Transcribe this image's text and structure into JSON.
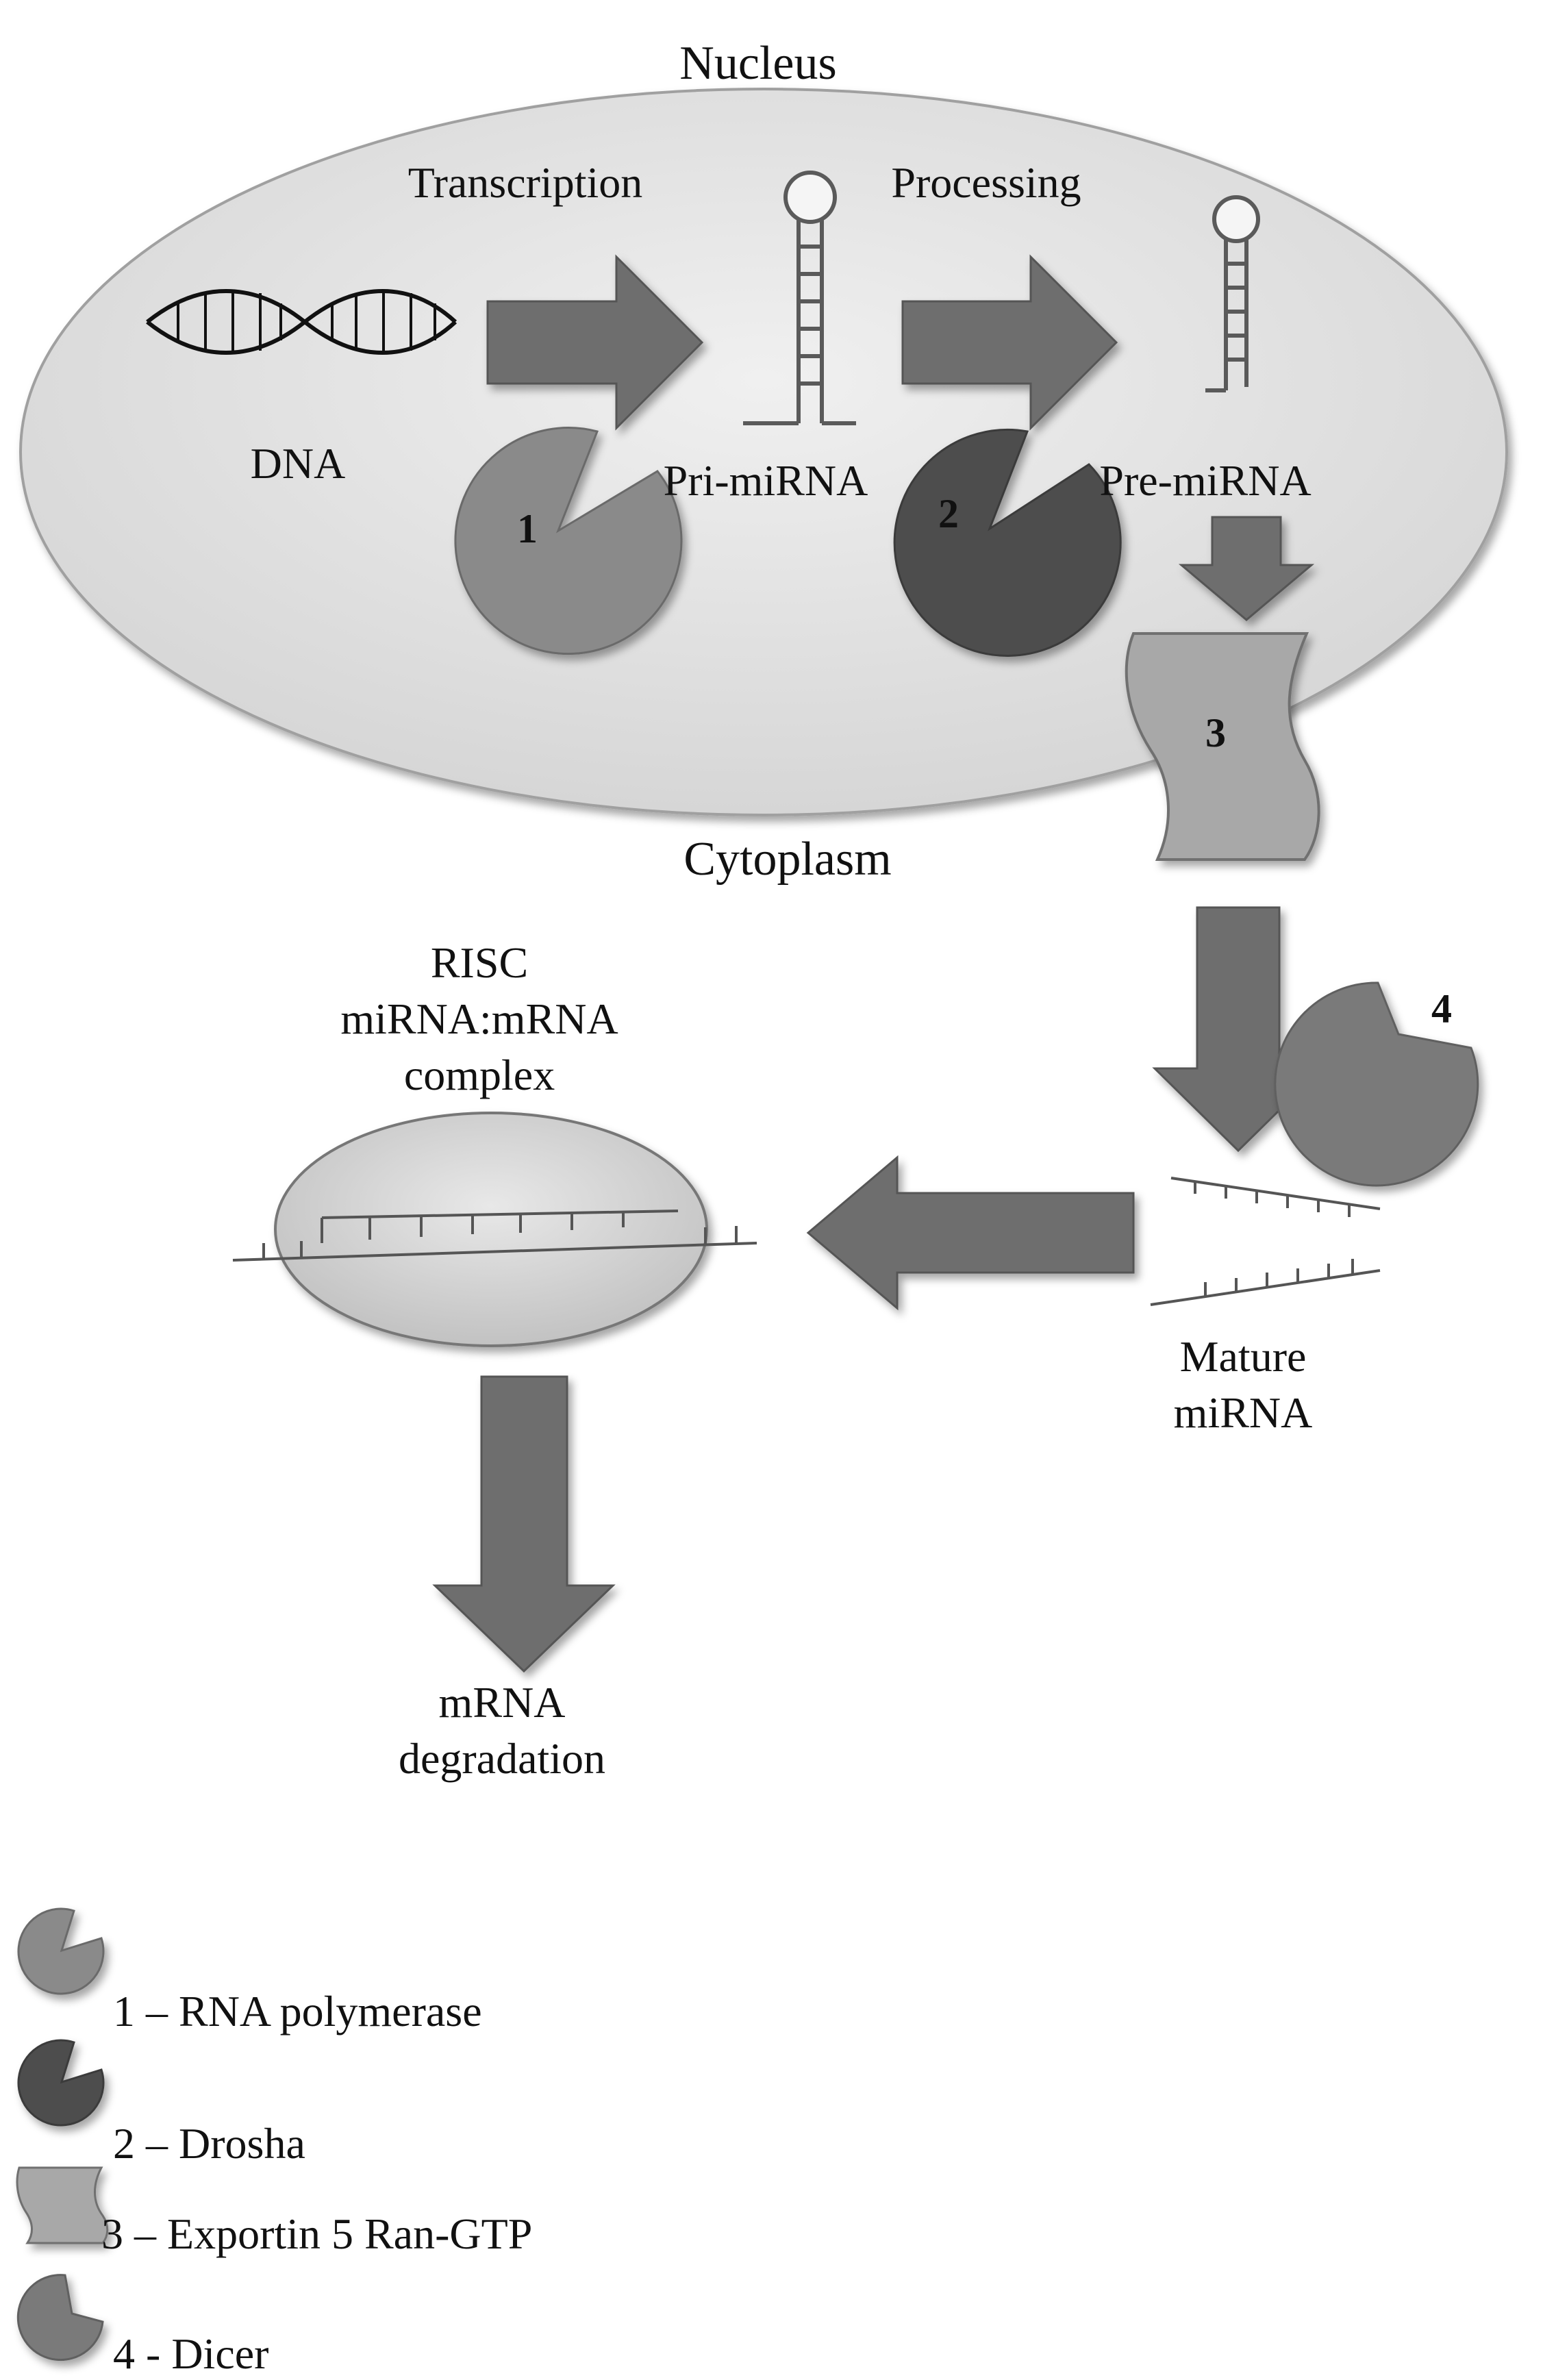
{
  "compartments": {
    "nucleus": "Nucleus",
    "cytoplasm": "Cytoplasm"
  },
  "steps": {
    "transcription": "Transcription",
    "processing": "Processing"
  },
  "molecules": {
    "dna": "DNA",
    "pri_mirna": "Pri-miRNA",
    "pre_mirna": "Pre-miRNA",
    "mature_mirna": "Mature\nmiRNA",
    "risc_complex": "RISC\nmiRNA:mRNA\ncomplex",
    "mrna_degradation": "mRNA\ndegradation"
  },
  "enzyme_numbers": {
    "one": "1",
    "two": "2",
    "three": "3",
    "four": "4"
  },
  "legend": [
    {
      "text": "1 – RNA polymerase"
    },
    {
      "text": "2 – Drosha"
    },
    {
      "text": "3 – Exportin 5  Ran-GTP"
    },
    {
      "text": "4 - Dicer"
    }
  ],
  "colors": {
    "arrow": "#6e6e6e",
    "rna_polymerase": "#8a8a8a",
    "drosha": "#4e4e4e",
    "exportin": "#a8a8a8",
    "dicer": "#7a7a7a",
    "nucleus_fill": "#e3e3e3"
  }
}
